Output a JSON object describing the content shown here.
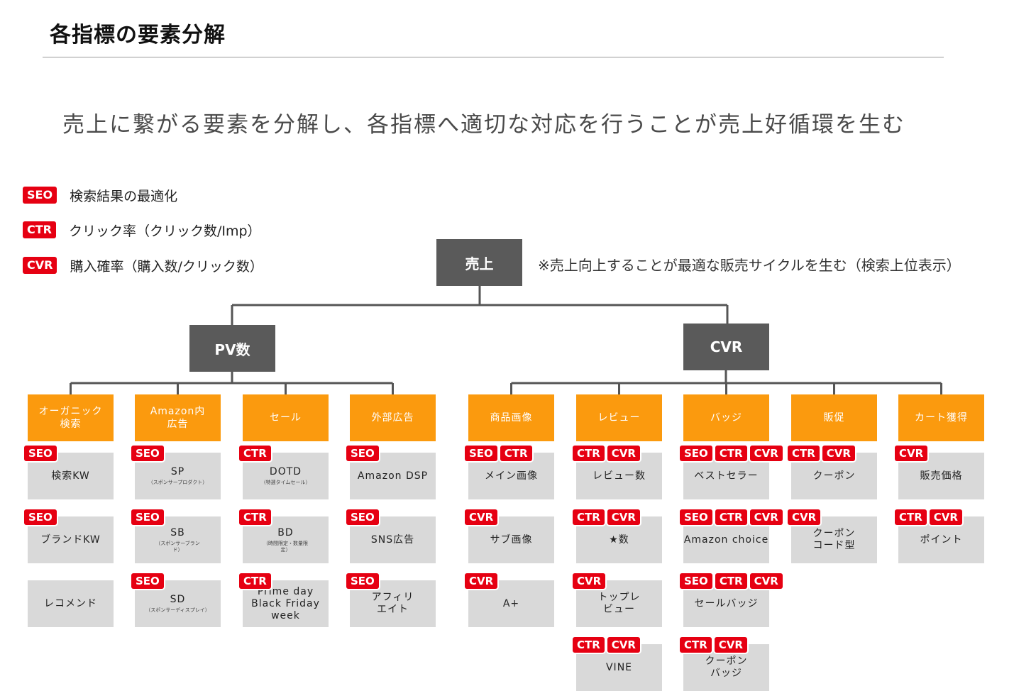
{
  "title": "各指標の要素分解",
  "subtitle": "売上に繋がる要素を分解し、各指標へ適切な対応を行うことが売上好循環を生む",
  "legend": [
    {
      "tag": "SEO",
      "text": "検索結果の最適化"
    },
    {
      "tag": "CTR",
      "text": "クリック率（クリック数/Imp）"
    },
    {
      "tag": "CVR",
      "text": "購入確率（購入数/クリック数）"
    }
  ],
  "note": "※売上向上することが最適な販売サイクルを生む（検索上位表示）",
  "colors": {
    "tag_red": "#e60012",
    "node_dark": "#5a5a5a",
    "node_orange": "#fb9a0e",
    "leaf_gray": "#d9d9d9"
  },
  "tree": {
    "root": "売上",
    "pv": {
      "label": "PV数",
      "categories": [
        {
          "label": "オーガニック\n検索",
          "leaves": [
            {
              "tags": [
                "SEO"
              ],
              "label": "検索KW"
            },
            {
              "tags": [
                "SEO"
              ],
              "label": "ブランドKW"
            },
            {
              "tags": [],
              "label": "レコメンド"
            }
          ]
        },
        {
          "label": "Amazon内\n広告",
          "leaves": [
            {
              "tags": [
                "SEO"
              ],
              "label": "SP",
              "sub": "（スポンサープロダクト）"
            },
            {
              "tags": [
                "SEO"
              ],
              "label": "SB",
              "sub": "（スポンサーブラン\nド）"
            },
            {
              "tags": [
                "SEO"
              ],
              "label": "SD",
              "sub": "（スポンサーディスプレイ）"
            }
          ]
        },
        {
          "label": "セール",
          "leaves": [
            {
              "tags": [
                "CTR"
              ],
              "label": "DOTD",
              "sub": "（特選タイムセール）"
            },
            {
              "tags": [
                "CTR"
              ],
              "label": "BD",
              "sub": "（時間限定・数量限\n定）"
            },
            {
              "tags": [
                "CTR"
              ],
              "label": "Prime day\nBlack Friday\nweek"
            }
          ]
        },
        {
          "label": "外部広告",
          "leaves": [
            {
              "tags": [
                "SEO"
              ],
              "label": "Amazon DSP"
            },
            {
              "tags": [
                "SEO"
              ],
              "label": "SNS広告"
            },
            {
              "tags": [
                "SEO"
              ],
              "label": "アフィリ\nエイト"
            }
          ]
        }
      ]
    },
    "cvr": {
      "label": "CVR",
      "categories": [
        {
          "label": "商品画像",
          "leaves": [
            {
              "tags": [
                "SEO",
                "CTR"
              ],
              "label": "メイン画像"
            },
            {
              "tags": [
                "CVR"
              ],
              "label": "サブ画像"
            },
            {
              "tags": [
                "CVR"
              ],
              "label": "A+"
            }
          ]
        },
        {
          "label": "レビュー",
          "leaves": [
            {
              "tags": [
                "CTR",
                "CVR"
              ],
              "label": "レビュー数"
            },
            {
              "tags": [
                "CTR",
                "CVR"
              ],
              "label": "★数"
            },
            {
              "tags": [
                "CVR"
              ],
              "label": "トップレ\nビュー"
            },
            {
              "tags": [
                "CTR",
                "CVR"
              ],
              "label": "VINE"
            }
          ]
        },
        {
          "label": "バッジ",
          "leaves": [
            {
              "tags": [
                "SEO",
                "CTR",
                "CVR"
              ],
              "label": "ベストセラー"
            },
            {
              "tags": [
                "SEO",
                "CTR",
                "CVR"
              ],
              "label": "Amazon choice"
            },
            {
              "tags": [
                "SEO",
                "CTR",
                "CVR"
              ],
              "label": "セールバッジ"
            },
            {
              "tags": [
                "CTR",
                "CVR"
              ],
              "label": "クーポン\nバッジ"
            }
          ]
        },
        {
          "label": "販促",
          "leaves": [
            {
              "tags": [
                "CTR",
                "CVR"
              ],
              "label": "クーポン"
            },
            {
              "tags": [
                "CVR"
              ],
              "label": "クーポン\nコード型"
            }
          ]
        },
        {
          "label": "カート獲得",
          "leaves": [
            {
              "tags": [
                "CVR"
              ],
              "label": "販売価格"
            },
            {
              "tags": [
                "CTR",
                "CVR"
              ],
              "label": "ポイント"
            }
          ]
        }
      ]
    }
  }
}
